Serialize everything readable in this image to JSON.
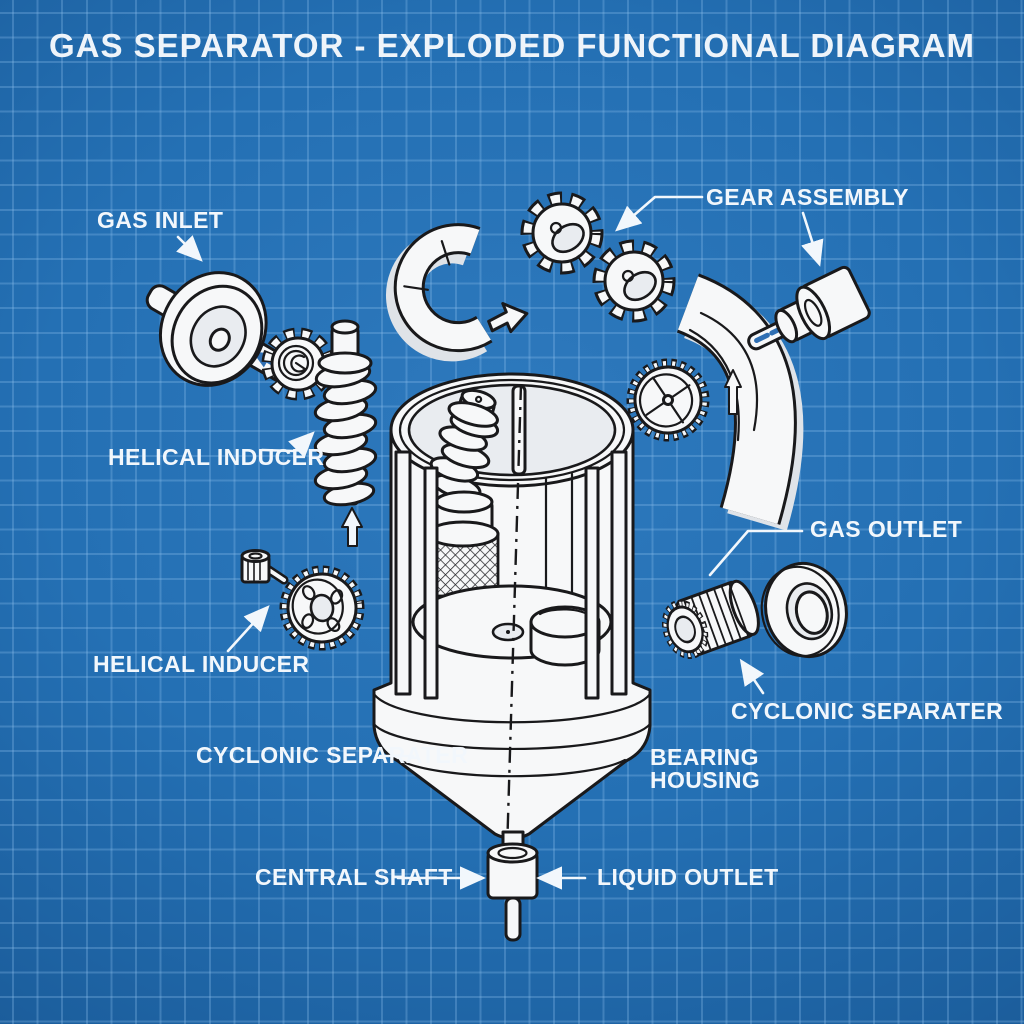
{
  "title": "GAS SEPARATOR - EXPLODED FUNCTIONAL DIAGRAM",
  "labels": {
    "gas_inlet": "GAS INLET",
    "gear_assembly": "GEAR ASSEMBLY",
    "helical_inducer_upper": "HELICAL INDUCER",
    "helical_inducer_lower": "HELICAL INDUCER",
    "gas_outlet": "GAS OUTLET",
    "cyclonic_separater_right": "CYCLONIC SEPARATER",
    "bearing_housing_line1": "BEARING",
    "bearing_housing_line2": "HOUSING",
    "cyclonic_separater_left": "CYCLONIC SEPARATER",
    "central_shaft": "CENTRAL SHAFT",
    "liquid_outlet": "LIQUID OUTLET"
  },
  "colors": {
    "background_blue": "#2470b4",
    "grid_line": "#6ea6d6",
    "line_art_stroke": "#19191b",
    "part_fill": "#f7f8f9",
    "accent_blue": "#2f6fb3",
    "label_text": "#f2f7fc"
  },
  "parts": [
    "gas-inlet-assembly",
    "ratchet-gear",
    "helical-inducer-screw",
    "flow-arrow-up",
    "casing-half-left",
    "flow-arrow-right",
    "spur-gear-front",
    "spur-gear-rear",
    "casing-panel-right",
    "spoked-gear-wheel",
    "stepped-output-cylinder",
    "separator-vessel",
    "inner-helical-screw",
    "mesh-filter-cylinder",
    "central-dash-axis",
    "knurled-pin",
    "inducer-gear",
    "ribbed-bearing",
    "seal-ring",
    "shaft-coupling"
  ]
}
